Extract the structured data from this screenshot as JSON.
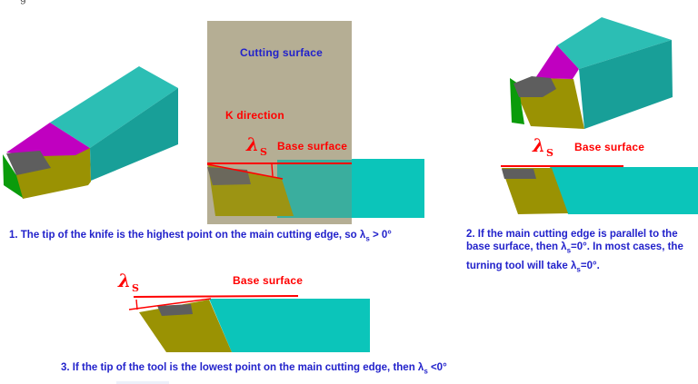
{
  "meta": {
    "clipped_top_fragment": "g"
  },
  "colors": {
    "caption_blue": "#2121cb",
    "label_red": "#ff0000",
    "tool_top_teal": "#2cbeb4",
    "tool_side_teal": "#189f98",
    "workpiece_teal": "#0bc5ba",
    "workpiece_teal_muted": "#3aae9e",
    "magenta": "#c000c0",
    "olive": "#9a9203",
    "olive_muted": "#9c9413",
    "green": "#0a9b0b",
    "gray": "#5e5e5e",
    "gray_muted": "#6b685c",
    "tan_plane": "#b5ae94"
  },
  "diagram1": {
    "plane_labels": {
      "cutting_surface": "Cutting surface",
      "k_direction": "K direction"
    },
    "base_surface": "Base surface",
    "lambda": "λ",
    "lambda_sub": "S",
    "caption": {
      "part1": "1. The tip of the knife is the highest point on the main cutting edge, so λ",
      "sub": "s",
      "part2": " > 0°"
    }
  },
  "diagram2": {
    "base_surface": "Base surface",
    "lambda": "λ",
    "lambda_sub": "S",
    "caption": {
      "part1": "2. If the main cutting edge is parallel to the base surface, then λ",
      "sub1": "s",
      "part2": "=0°. In most cases, the",
      "part3": "turning tool will take λ",
      "sub2": "s",
      "part4": "=0°."
    }
  },
  "diagram3": {
    "base_surface": "Base surface",
    "lambda": "λ",
    "lambda_sub": "S",
    "caption": {
      "part1": "3. If the tip of the tool is the lowest point on the main cutting edge, then λ",
      "sub": "s",
      "part2": " <0°"
    }
  }
}
